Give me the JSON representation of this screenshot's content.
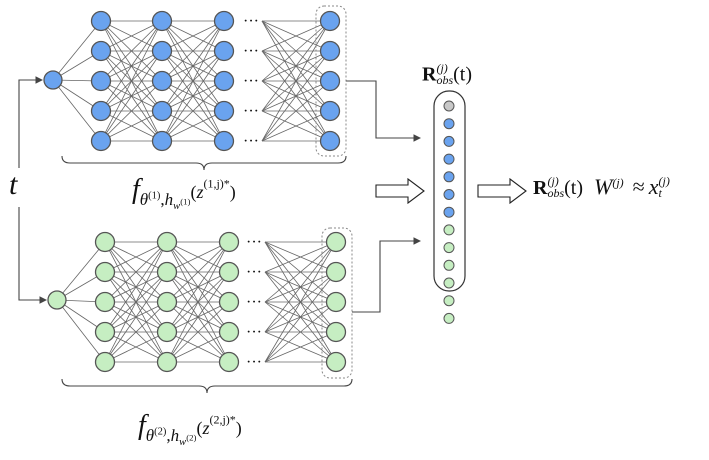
{
  "input_symbol": "t",
  "dots": "···",
  "brace_labels": {
    "top": {
      "f": "f",
      "theta": "θ",
      "theta_sup": "(1)",
      "h": "h",
      "w": "w",
      "w_sup": "(1)",
      "z": "z",
      "z_sup": "(1,j)*",
      "open": "(",
      "close": ")"
    },
    "bottom": {
      "f": "f",
      "theta": "θ",
      "theta_sup": "(2)",
      "h": "h",
      "w": "w",
      "w_sup": "(2)",
      "z": "z",
      "z_sup": "(2,j)*",
      "open": "(",
      "close": ")"
    }
  },
  "reservoir_label": {
    "R": "R",
    "sup": "(j)",
    "sub": "obs",
    "arg": "(t)"
  },
  "output_equation": {
    "R": "R",
    "sup": "(j)",
    "sub": "obs",
    "arg": "(t)",
    "W": "W",
    "W_sup": "(j)",
    "approx": "≈",
    "x": "x",
    "x_sub": "t",
    "x_sup": "(j)"
  },
  "colors": {
    "top_node_fill": "#6aa3ef",
    "bottom_node_fill": "#c6eec2",
    "gray_node_fill": "#c8c8c8",
    "node_stroke": "#555555",
    "edge": "#666666",
    "line": "#444444"
  },
  "networks": {
    "top": {
      "input_nodes": 1,
      "hidden_layers": 4,
      "output_layer_nodes": 5
    },
    "bottom": {
      "input_nodes": 1,
      "hidden_layers": 4,
      "output_layer_nodes": 5
    }
  },
  "reservoir": {
    "gray_nodes": 1,
    "blue_nodes": 6,
    "green_nodes": 6
  }
}
